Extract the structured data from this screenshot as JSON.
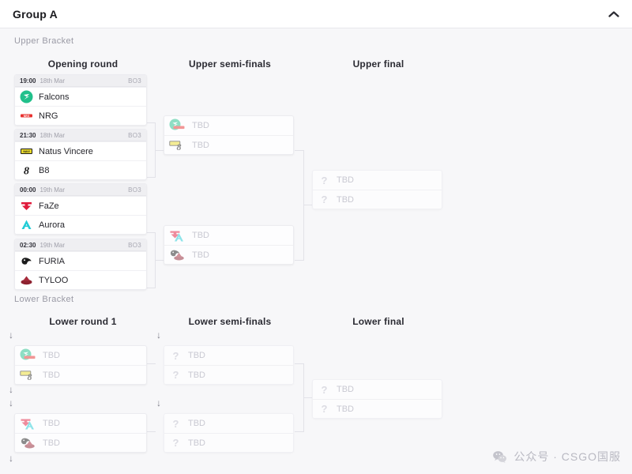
{
  "header": {
    "title": "Group A",
    "collapse_icon": "chevron-up-icon"
  },
  "brackets": [
    {
      "label": "Upper Bracket"
    },
    {
      "label": "Lower Bracket"
    }
  ],
  "upper_rounds": [
    {
      "title": "Opening round"
    },
    {
      "title": "Upper semi-finals"
    },
    {
      "title": "Upper final"
    }
  ],
  "lower_rounds": [
    {
      "title": "Lower round 1"
    },
    {
      "title": "Lower semi-finals"
    },
    {
      "title": "Lower final"
    }
  ],
  "tbd_label": "TBD",
  "opening_round": [
    {
      "time": "19:00",
      "date": "18th Mar",
      "format": "BO3",
      "teams": [
        {
          "name": "Falcons",
          "logo": "falcons-logo",
          "color": "#21c08b"
        },
        {
          "name": "NRG",
          "logo": "nrg-logo",
          "color": "#e8312f"
        }
      ]
    },
    {
      "time": "21:30",
      "date": "18th Mar",
      "format": "BO3",
      "teams": [
        {
          "name": "Natus Vincere",
          "logo": "navi-logo",
          "color": "#ecdc2b"
        },
        {
          "name": "B8",
          "logo": "b8-logo",
          "color": "#1a1a1a"
        }
      ]
    },
    {
      "time": "00:00",
      "date": "19th Mar",
      "format": "BO3",
      "teams": [
        {
          "name": "FaZe",
          "logo": "faze-logo",
          "color": "#e01b3c"
        },
        {
          "name": "Aurora",
          "logo": "aurora-logo",
          "color": "#21ccd6"
        }
      ]
    },
    {
      "time": "02:30",
      "date": "19th Mar",
      "format": "BO3",
      "teams": [
        {
          "name": "FURIA",
          "logo": "furia-logo",
          "color": "#1b1b1b"
        },
        {
          "name": "TYLOO",
          "logo": "tyloo-logo",
          "color": "#8e2230"
        }
      ]
    }
  ],
  "upper_semis": [
    {
      "slots": [
        {
          "name": "TBD",
          "ghost": [
            "falcons-logo",
            "nrg-logo"
          ],
          "colors": [
            "#21c08b",
            "#e8312f"
          ]
        },
        {
          "name": "TBD",
          "ghost": [
            "navi-logo",
            "b8-logo"
          ],
          "colors": [
            "#ecdc2b",
            "#1a1a1a"
          ]
        }
      ]
    },
    {
      "slots": [
        {
          "name": "TBD",
          "ghost": [
            "faze-logo",
            "aurora-logo"
          ],
          "colors": [
            "#e01b3c",
            "#21ccd6"
          ]
        },
        {
          "name": "TBD",
          "ghost": [
            "furia-logo",
            "tyloo-logo"
          ],
          "colors": [
            "#1b1b1b",
            "#8e2230"
          ]
        }
      ]
    }
  ],
  "upper_final": {
    "slots": [
      {
        "name": "TBD",
        "icon": "question-mark-icon"
      },
      {
        "name": "TBD",
        "icon": "question-mark-icon"
      }
    ]
  },
  "lower_round1": [
    {
      "slots": [
        {
          "name": "TBD",
          "ghost": [
            "falcons-logo",
            "nrg-logo"
          ],
          "colors": [
            "#21c08b",
            "#e8312f"
          ]
        },
        {
          "name": "TBD",
          "ghost": [
            "navi-logo",
            "b8-logo"
          ],
          "colors": [
            "#ecdc2b",
            "#1a1a1a"
          ]
        }
      ]
    },
    {
      "slots": [
        {
          "name": "TBD",
          "ghost": [
            "faze-logo",
            "aurora-logo"
          ],
          "colors": [
            "#e01b3c",
            "#21ccd6"
          ]
        },
        {
          "name": "TBD",
          "ghost": [
            "furia-logo",
            "tyloo-logo"
          ],
          "colors": [
            "#1b1b1b",
            "#8e2230"
          ]
        }
      ]
    }
  ],
  "lower_semis": [
    {
      "slots": [
        {
          "name": "TBD",
          "icon": "question-mark-icon"
        },
        {
          "name": "TBD",
          "icon": "question-mark-icon"
        }
      ]
    },
    {
      "slots": [
        {
          "name": "TBD",
          "icon": "question-mark-icon"
        },
        {
          "name": "TBD",
          "icon": "question-mark-icon"
        }
      ]
    }
  ],
  "lower_final": {
    "slots": [
      {
        "name": "TBD",
        "icon": "question-mark-icon"
      },
      {
        "name": "TBD",
        "icon": "question-mark-icon"
      }
    ]
  },
  "drop_arrow_icon": "arrow-down-icon",
  "watermark": {
    "icon": "wechat-icon",
    "text": "公众号 · CSGO国服"
  }
}
